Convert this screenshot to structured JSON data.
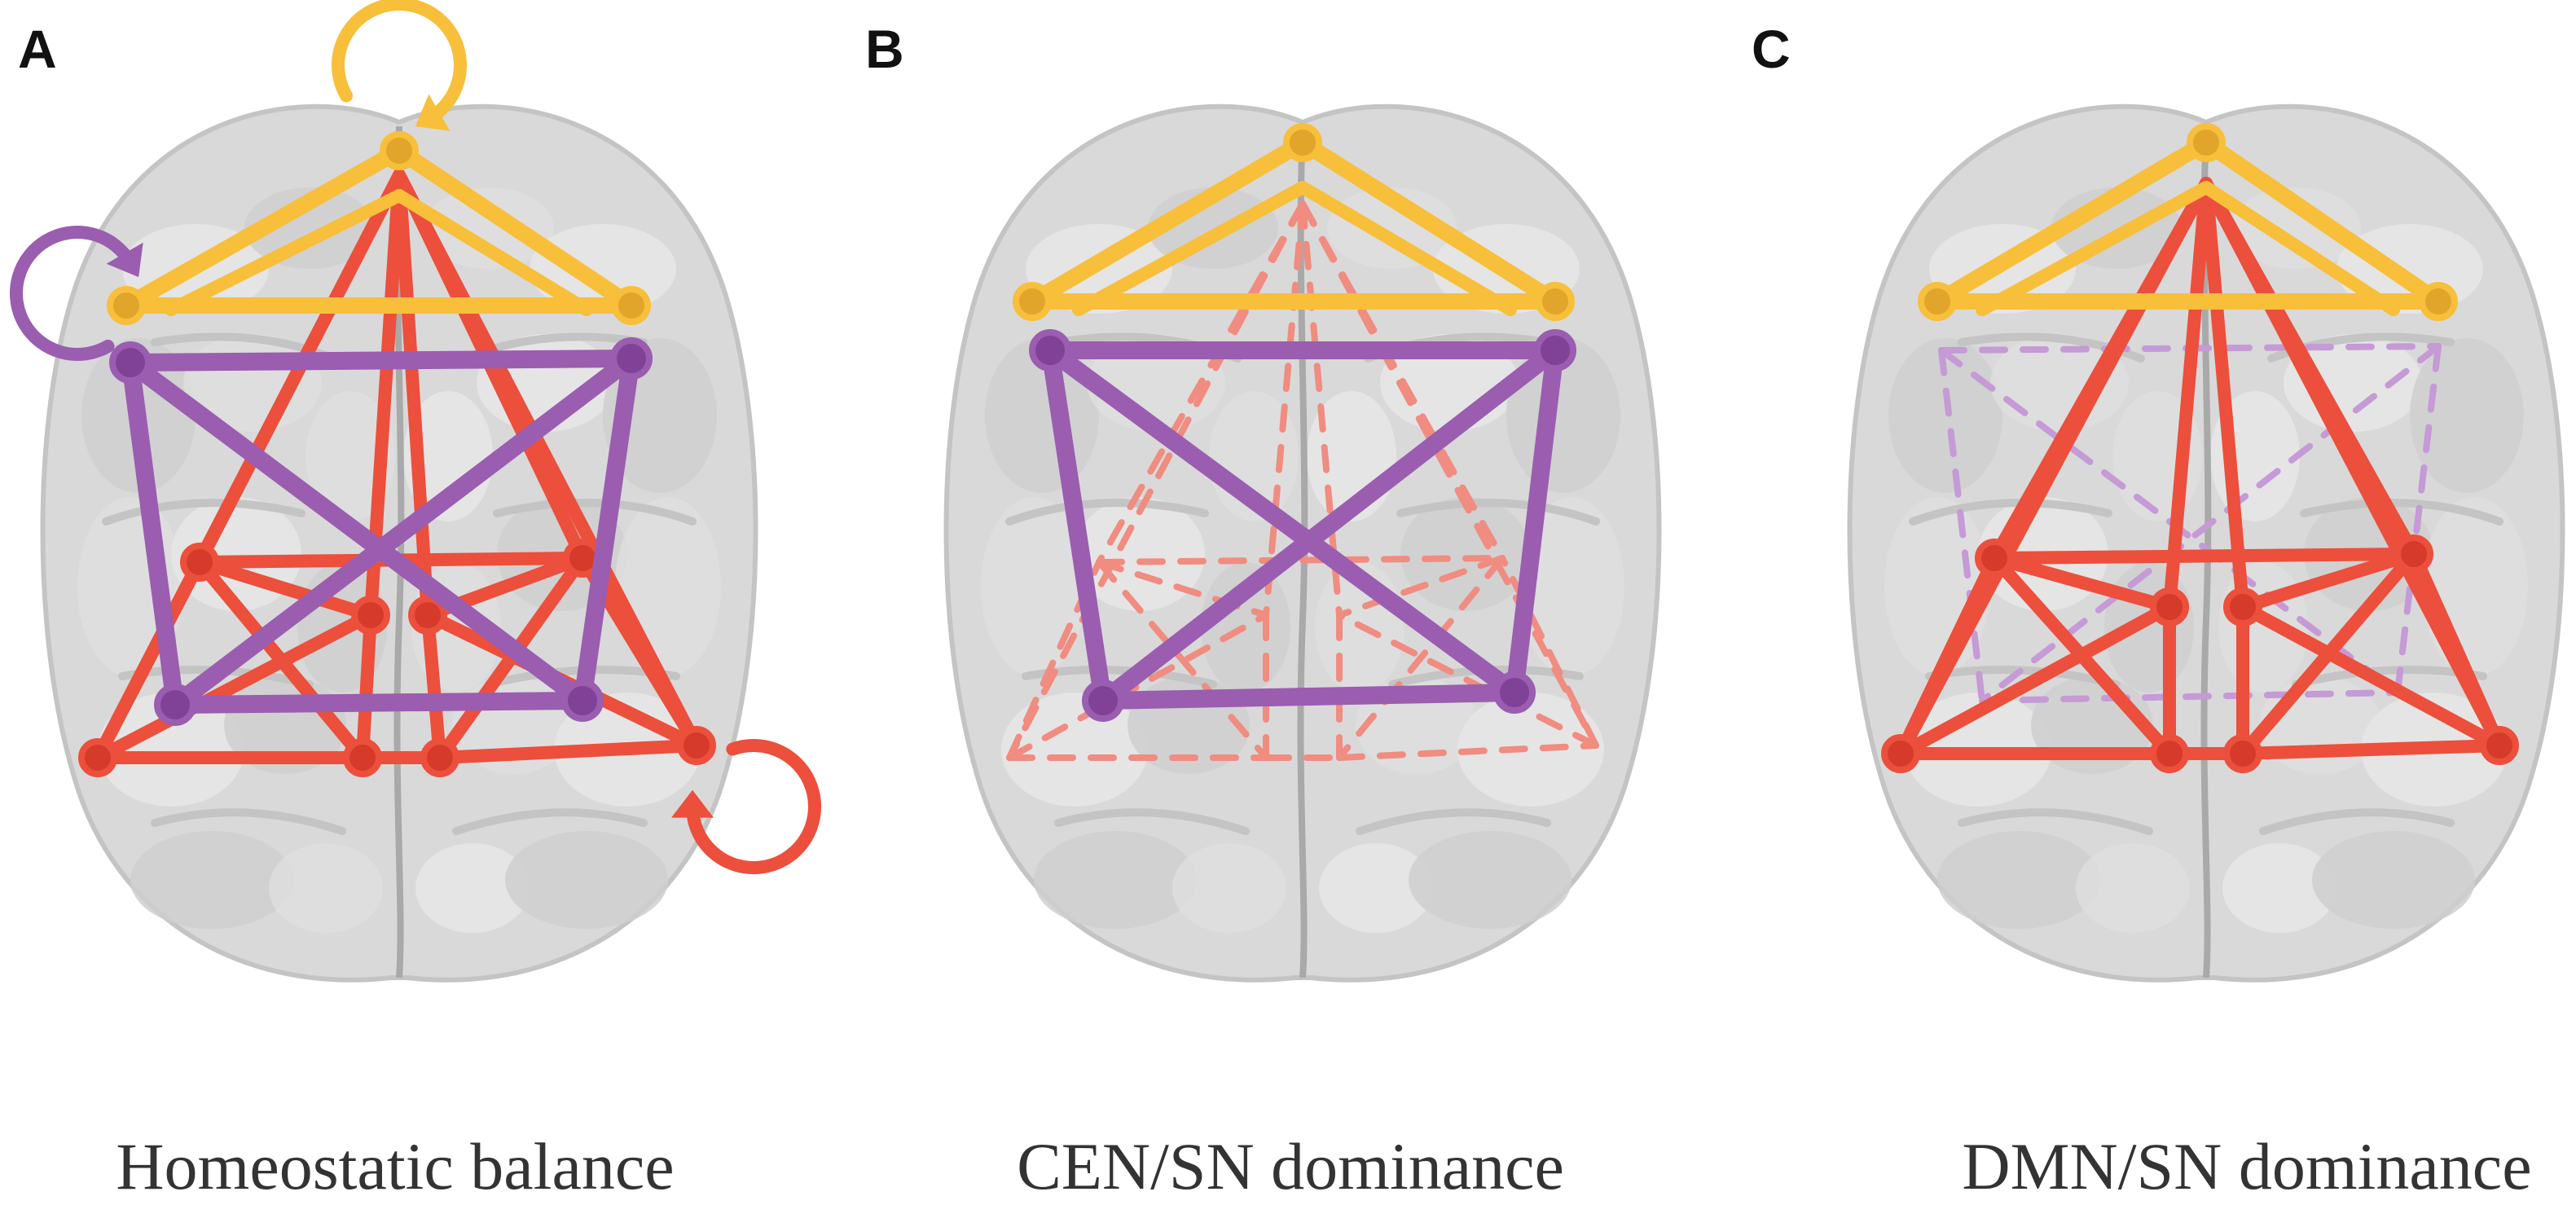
{
  "figure": {
    "panels": [
      {
        "letter": "A",
        "caption": "Homeostatic balance",
        "state": "balanced"
      },
      {
        "letter": "B",
        "caption": "CEN/SN dominance",
        "state": "cen_sn_dominant"
      },
      {
        "letter": "C",
        "caption": "DMN/SN dominance",
        "state": "dmn_sn_dominant"
      }
    ],
    "colors": {
      "sn_yellow": "#f7bf3a",
      "sn_node": "#e0a52a",
      "cen_purple": "#9a5db0",
      "cen_node": "#7f4297",
      "dmn_red": "#ec4f3c",
      "dmn_node": "#d63a2a",
      "dashed_red": "#f08c80",
      "dashed_purple": "#c59ad6",
      "brain_light": "#d9d9d9",
      "brain_mid": "#c4c4c4",
      "brain_dark": "#a9a9a9",
      "caption_text": "#333333"
    }
  }
}
